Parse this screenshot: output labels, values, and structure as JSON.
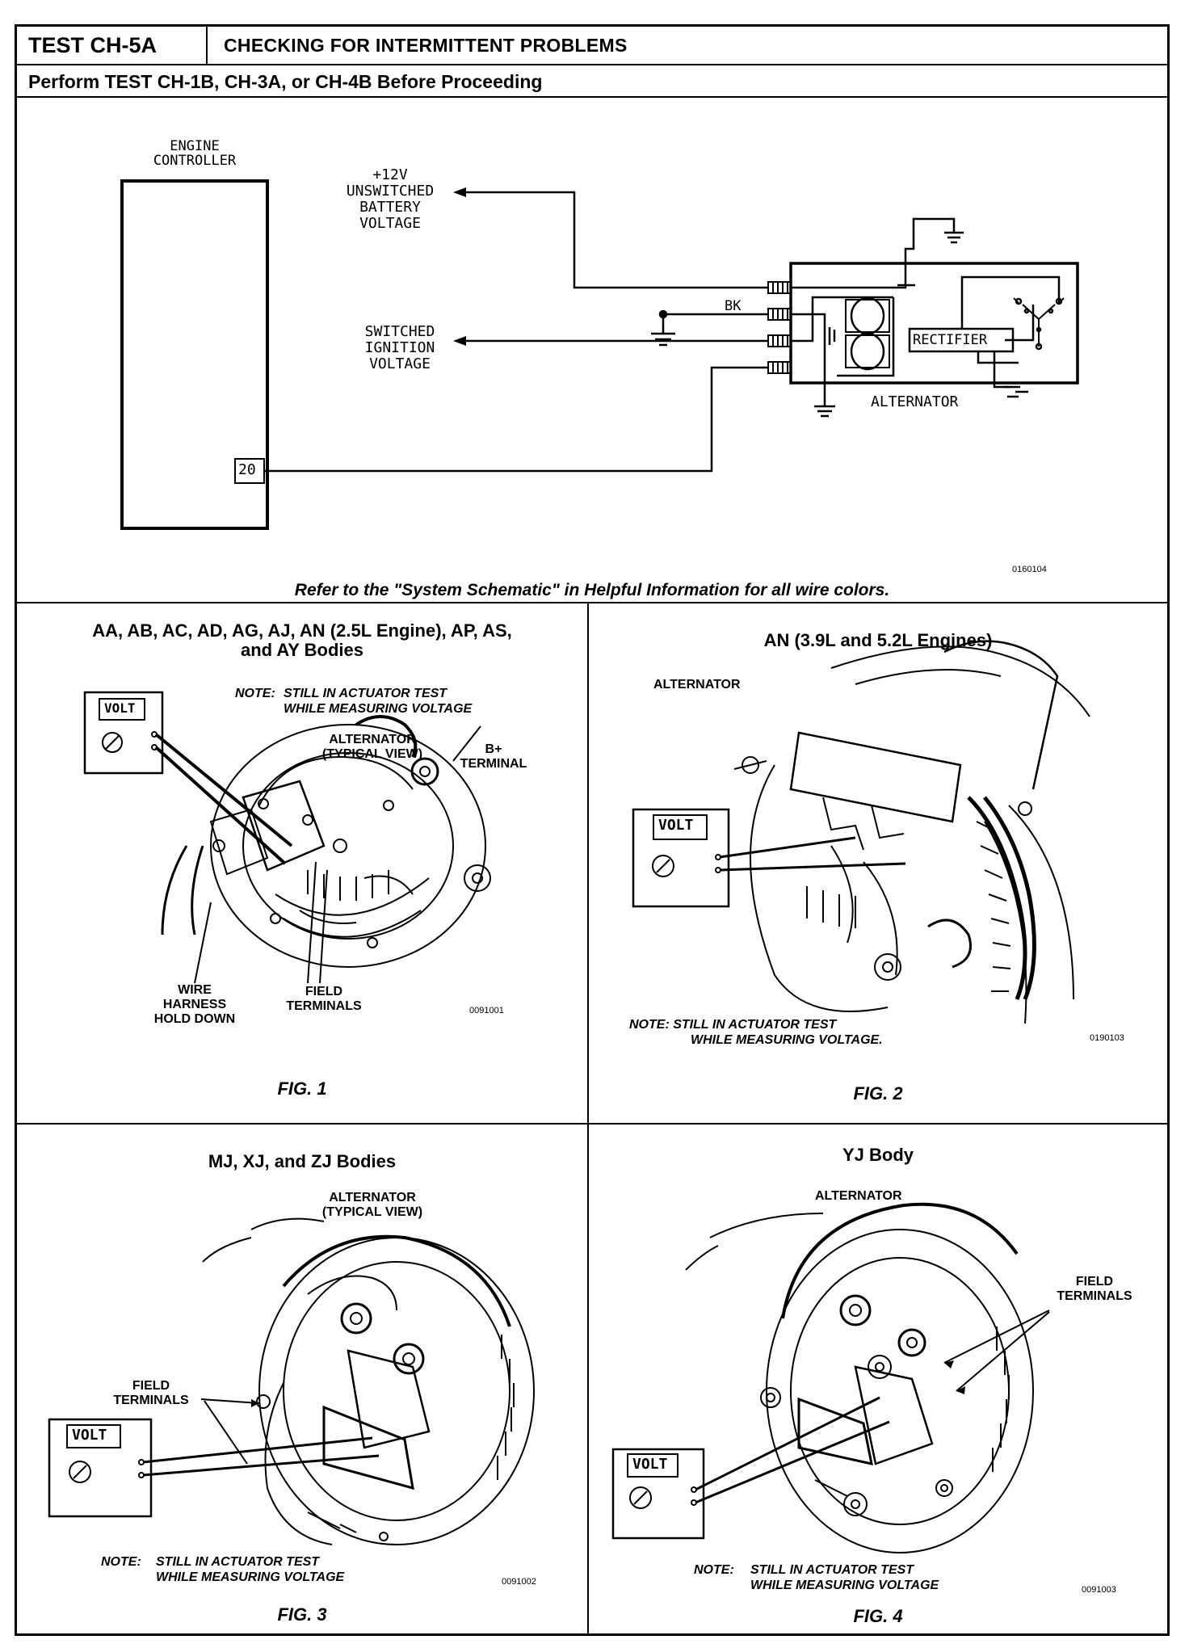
{
  "header": {
    "test_id": "TEST CH-5A",
    "title": "CHECKING FOR INTERMITTENT PROBLEMS",
    "prerequisite": "Perform TEST CH-1B, CH-3A, or CH-4B Before Proceeding"
  },
  "schematic": {
    "engine_controller_label_line1": "ENGINE",
    "engine_controller_label_line2": "CONTROLLER",
    "pin_number": "20",
    "battery_line1": "+12V",
    "battery_line2": "UNSWITCHED",
    "battery_line3": "BATTERY",
    "battery_line4": "VOLTAGE",
    "ignition_line1": "SWITCHED",
    "ignition_line2": "IGNITION",
    "ignition_line3": "VOLTAGE",
    "wire_color": "BK",
    "rectifier_label": "RECTIFIER",
    "alternator_label": "ALTERNATOR",
    "figure_code": "0160104",
    "reference_note": "Refer to the \"System Schematic\" in Helpful Information for all wire colors."
  },
  "panels": {
    "fig1": {
      "title_line1": "AA, AB, AC, AD, AG, AJ, AN (2.5L Engine), AP, AS,",
      "title_line2": "and AY Bodies",
      "note_prefix": "NOTE:",
      "note_line1": "STILL IN ACTUATOR TEST",
      "note_line2": "WHILE MEASURING VOLTAGE",
      "alternator_line1": "ALTERNATOR",
      "alternator_line2": "(TYPICAL VIEW)",
      "bplus_line1": "B+",
      "bplus_line2": "TERMINAL",
      "harness_line1": "WIRE",
      "harness_line2": "HARNESS",
      "harness_line3": "HOLD DOWN",
      "field_line1": "FIELD",
      "field_line2": "TERMINALS",
      "meter_label": "VOLT",
      "code": "0091001",
      "caption": "FIG. 1"
    },
    "fig2": {
      "title": "AN (3.9L and 5.2L Engines)",
      "alternator": "ALTERNATOR",
      "meter_label": "VOLT",
      "note_line1": "NOTE: STILL IN ACTUATOR TEST",
      "note_line2": "WHILE MEASURING VOLTAGE.",
      "code": "0190103",
      "caption": "FIG. 2"
    },
    "fig3": {
      "title": "MJ, XJ, and ZJ Bodies",
      "alternator_line1": "ALTERNATOR",
      "alternator_line2": "(TYPICAL VIEW)",
      "field_line1": "FIELD",
      "field_line2": "TERMINALS",
      "meter_label": "VOLT",
      "note_prefix": "NOTE:",
      "note_line1": "STILL IN ACTUATOR TEST",
      "note_line2": "WHILE MEASURING VOLTAGE",
      "code": "0091002",
      "caption": "FIG. 3"
    },
    "fig4": {
      "title": "YJ Body",
      "alternator": "ALTERNATOR",
      "field_line1": "FIELD",
      "field_line2": "TERMINALS",
      "meter_label": "VOLT",
      "note_prefix": "NOTE:",
      "note_line1": "STILL IN ACTUATOR TEST",
      "note_line2": "WHILE MEASURING VOLTAGE",
      "code": "0091003",
      "caption": "FIG. 4"
    }
  }
}
